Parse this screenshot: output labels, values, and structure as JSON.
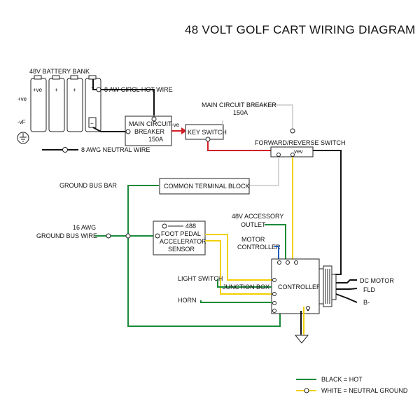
{
  "title": "48 VOLT GOLF CART WIRING DIAGRAM",
  "battery_bank": {
    "label": "48V BATTERY BANK",
    "cell_labels": [
      "+ve",
      "+",
      "+",
      "+"
    ],
    "neg_label": "−",
    "side_pos_label": "+ve",
    "side_neg_label": "-vF"
  },
  "wires": {
    "hot_wire": "8 AW CIRCL HOT WIRE",
    "neutral_wire": "8 AWG NEUTRAL WIRE",
    "ground_bus_wire_gauge": "16 AWG",
    "ground_bus_wire": "GROUND BUS WIRE"
  },
  "components": {
    "main_breaker_box": [
      "MAIN CIRCUIT",
      "BREAKER",
      "150A"
    ],
    "ve_label": "-ve",
    "key_switch": "KEY SWITCH",
    "main_breaker_label": [
      "MAIN CIRCUIT BREAKER",
      "150A"
    ],
    "fr_switch": "FORWARD/REVERSE SWITCH",
    "fr_vev": "vev",
    "ground_bus_bar": "GROUND BUS BAR",
    "common_terminal_block": "COMMON TERMINAL BLOCK",
    "foot_pedal": [
      "488",
      "FOOT PEDAL",
      "ACCELERATOR",
      "SENSOR"
    ],
    "accessory_outlet": [
      "48V ACCESSORY",
      "OUTLET"
    ],
    "motor_controller": [
      "MOTOR",
      "CONTROLLER"
    ],
    "light_switch": "LIGHT SWITCH",
    "junction_box": "JUNCTION BOX",
    "controller": "CONTROLLER",
    "horn": "HORN",
    "dc_motor": "DC MOTOR",
    "fld": "FLD",
    "b_minus": "B-"
  },
  "legend": [
    {
      "label": "BLACK = HOT",
      "color": "#1a8a3a"
    },
    {
      "label": "WHITE = NEUTRAL GROUND",
      "color": "#f1d000"
    }
  ],
  "colors": {
    "black_wire": "#111111",
    "green_wire": "#1a8a3a",
    "yellow_wire": "#f1d000",
    "red_wire": "#d21f26",
    "gray_wire": "#c8c8c8",
    "blue_wire": "#1f5fbf"
  }
}
